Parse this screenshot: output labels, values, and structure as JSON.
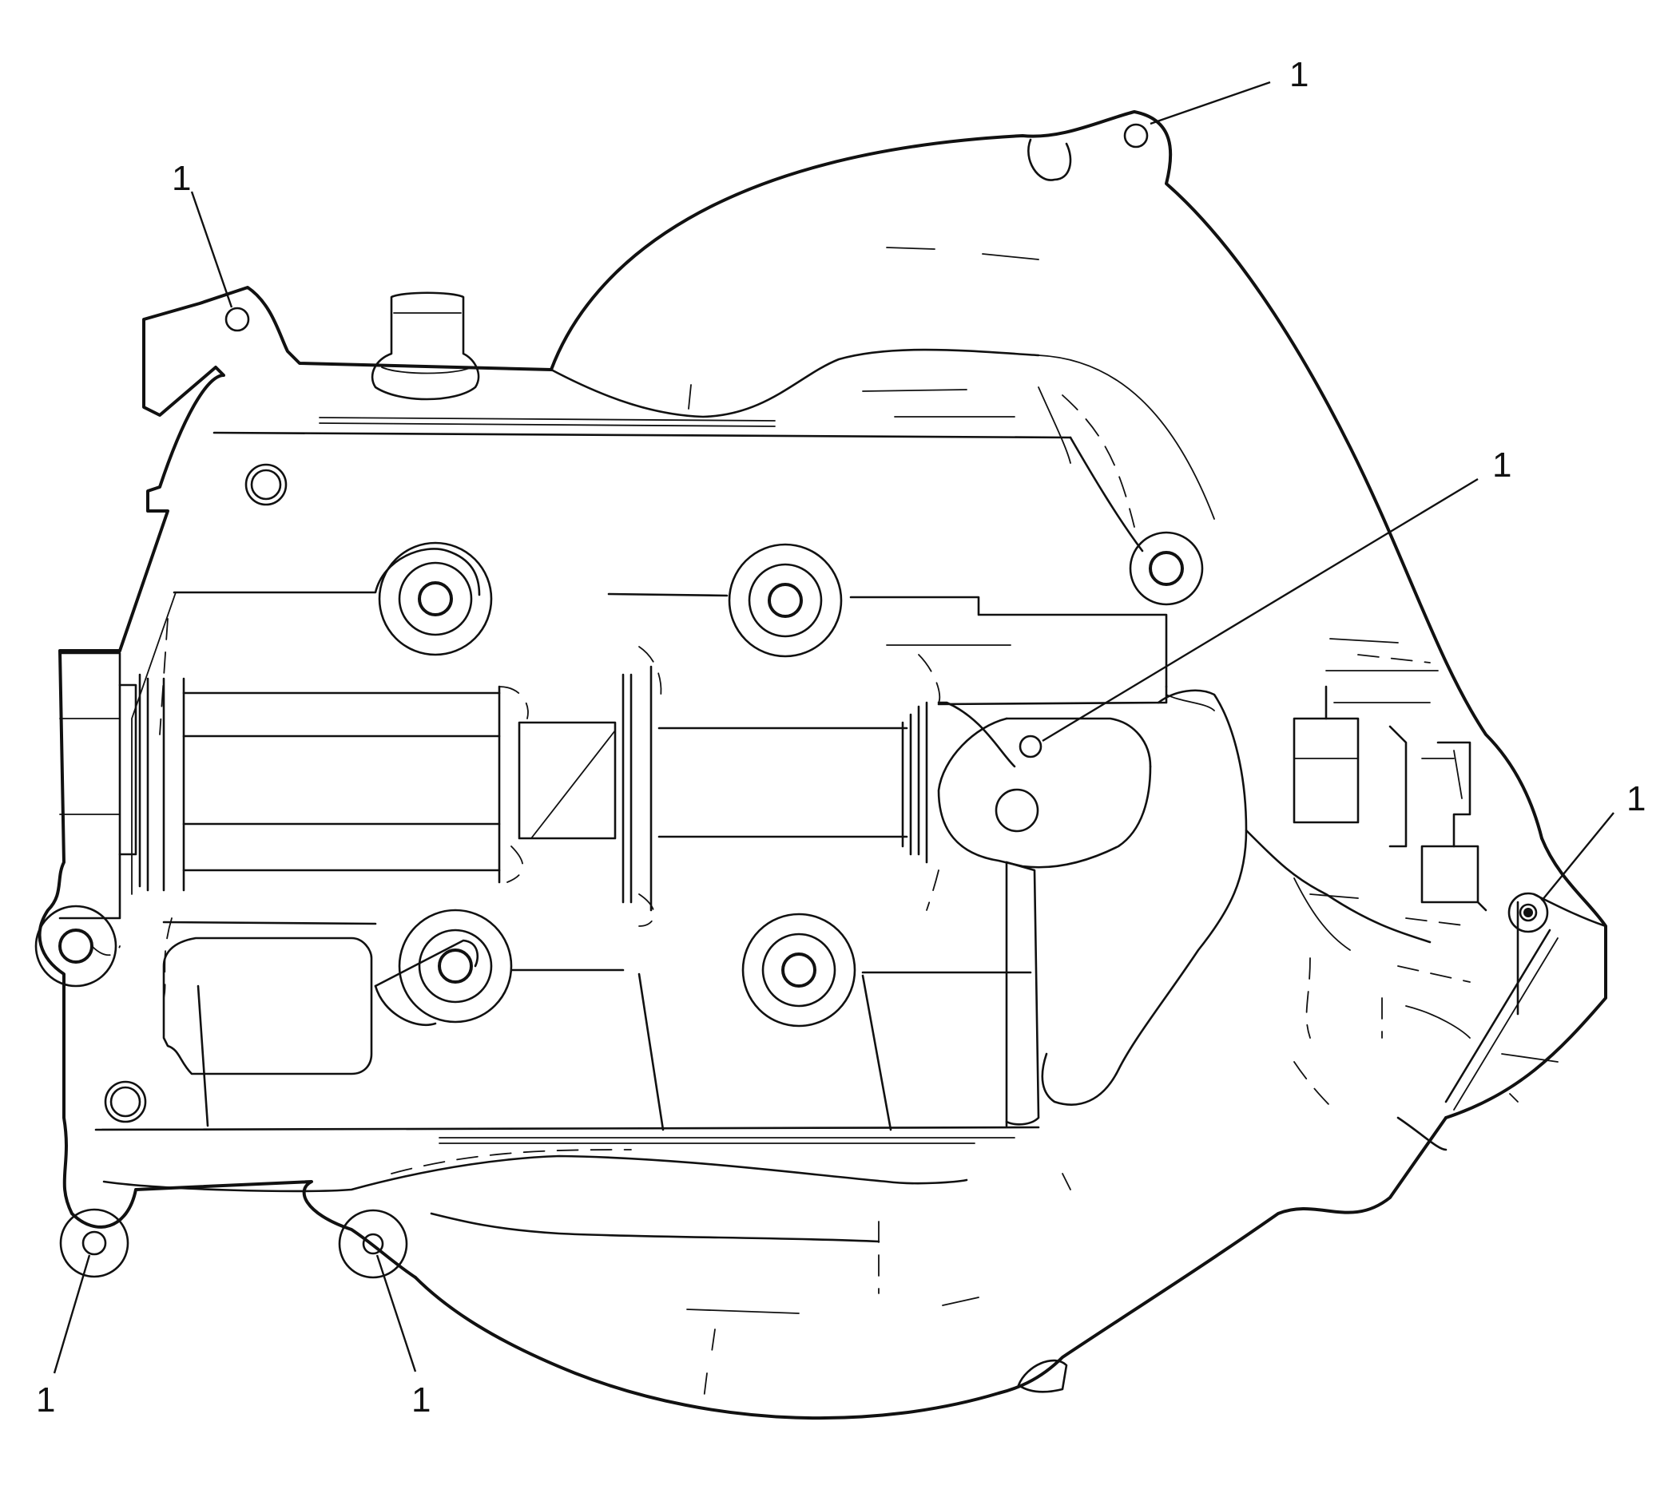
{
  "callouts": [
    {
      "label": "1",
      "target": "upper-right-mounting-bolt"
    },
    {
      "label": "1",
      "target": "upper-left-mounting-bolt"
    },
    {
      "label": "1",
      "target": "center-mounting-bolt"
    },
    {
      "label": "1",
      "target": "right-mounting-bolt"
    },
    {
      "label": "1",
      "target": "lower-left-mounting-bolt"
    },
    {
      "label": "1",
      "target": "lower-center-mounting-bolt"
    }
  ]
}
